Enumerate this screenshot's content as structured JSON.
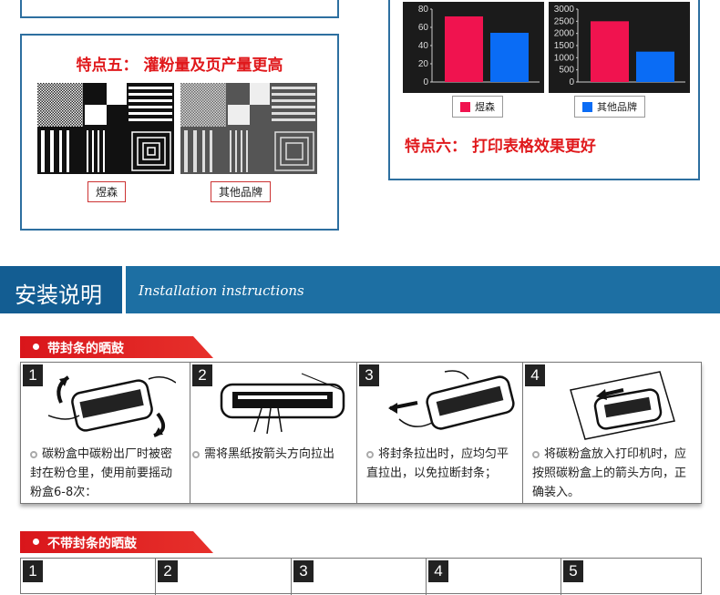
{
  "feature5": {
    "title": "特点五： 灌粉量及页产量更高",
    "brand_label": "煜森",
    "other_label": "其他品牌"
  },
  "feature6": {
    "title": "特点六： 打印表格效果更好",
    "legend_brand": "煜森",
    "legend_other": "其他品牌"
  },
  "colors": {
    "brand": "#f0134f",
    "other": "#0a6cf5",
    "section_blue": "#1d6fa3",
    "red": "#d9161b"
  },
  "chart_data": [
    {
      "type": "bar",
      "categories": [
        "煜森",
        "其他品牌"
      ],
      "values": [
        72,
        54
      ],
      "yticks": [
        "80",
        "60",
        "40",
        "20",
        "0"
      ],
      "ylim": [
        0,
        80
      ]
    },
    {
      "type": "bar",
      "categories": [
        "煜森",
        "其他品牌"
      ],
      "values": [
        2500,
        1250
      ],
      "yticks": [
        "3000",
        "2500",
        "2000",
        "1500",
        "1000",
        "500",
        "0"
      ],
      "ylim": [
        0,
        3000
      ]
    }
  ],
  "install": {
    "title": "安装说明",
    "subtitle": "Installation instructions"
  },
  "with_seal": {
    "header": "带封条的晒鼓",
    "steps": [
      {
        "num": "1",
        "text": "碳粉盒中碳粉出厂时被密封在粉仓里，使用前要摇动粉盒6-8次："
      },
      {
        "num": "2",
        "text": "需将黑纸按箭头方向拉出"
      },
      {
        "num": "3",
        "text": "将封条拉出时，应均匀平直拉出，以免拉断封条；"
      },
      {
        "num": "4",
        "text": "将碳粉盒放入打印机时，应按照碳粉盒上的箭头方向，正确装入。"
      }
    ]
  },
  "without_seal": {
    "header": "不带封条的晒鼓",
    "steps": [
      "1",
      "2",
      "3",
      "4",
      "5"
    ]
  }
}
